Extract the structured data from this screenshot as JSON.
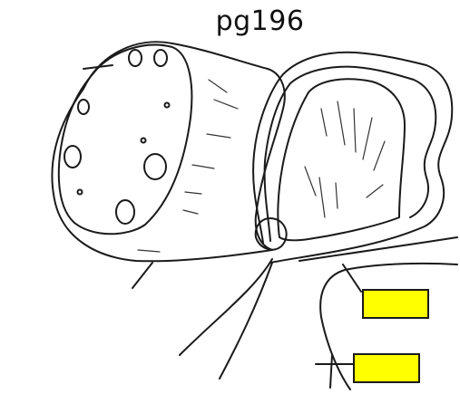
{
  "title": "pg196",
  "label_boxes": [
    {
      "id": "label-box-1",
      "text": "",
      "fill": "#ffff00"
    },
    {
      "id": "label-box-2",
      "text": "",
      "fill": "#ffff00"
    }
  ],
  "colors": {
    "ink": "#1a1a1a",
    "label_fill": "#ffff00",
    "background": "#ffffff"
  }
}
